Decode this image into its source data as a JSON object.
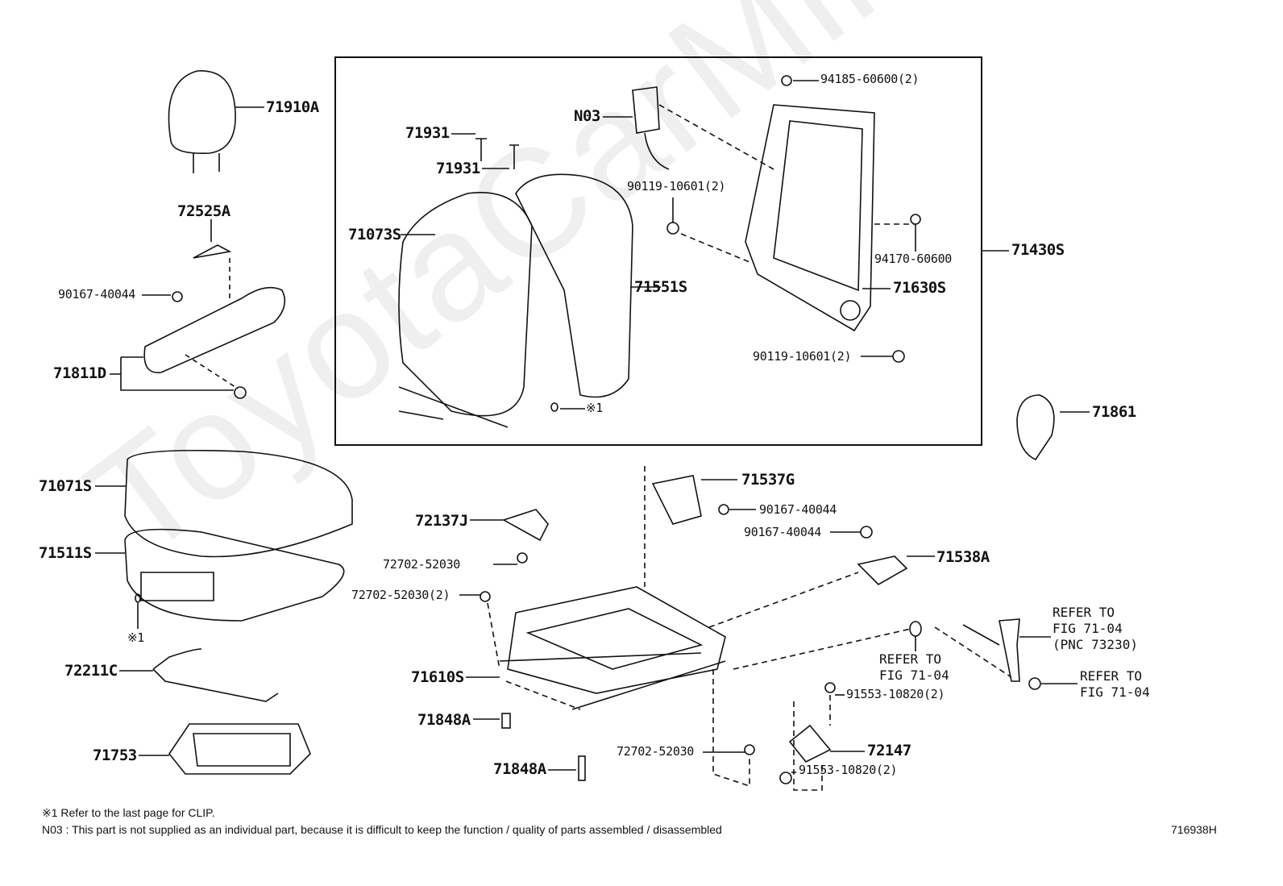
{
  "watermark": "ToyotaCarMine.ru",
  "labels": {
    "p71910A": "71910A",
    "p72525A": "72525A",
    "p90167_a": "90167-40044",
    "p71811D": "71811D",
    "p71071S": "71071S",
    "p71511S": "71511S",
    "clip1": "※1",
    "p72211C": "72211C",
    "p71753": "71753",
    "p71931_a": "71931",
    "p71931_b": "71931",
    "pN03": "N03",
    "p71073S": "71073S",
    "p90119_a": "90119-10601(2)",
    "p94185": "94185-60600(2)",
    "p94170": "94170-60600",
    "p71430S": "71430S",
    "p71551S": "71551S",
    "p71630S": "71630S",
    "p90119_b": "90119-10601(2)",
    "clip2": "※1",
    "p71861": "71861",
    "p71537G": "71537G",
    "p90167_b": "90167-40044",
    "p90167_c": "90167-40044",
    "p72137J": "72137J",
    "p71538A": "71538A",
    "p72702_a": "72702-52030",
    "p72702_b": "72702-52030(2)",
    "p71610S": "71610S",
    "ref1": "REFER TO\nFIG 71-04\n(PNC 73230)",
    "ref2": "REFER TO\nFIG 71-04",
    "ref3": "REFER TO\nFIG 71-04",
    "p91553_a": "91553-10820(2)",
    "p71848A_a": "71848A",
    "p72147": "72147",
    "p72702_c": "72702-52030",
    "p91553_b": "91553-10820(2)",
    "p71848A_b": "71848A"
  },
  "notes": {
    "clip": "※1 Refer to the last page for CLIP.",
    "n03": "N03 : This part is not supplied as an individual part, because it is difficult to keep the function / quality of parts assembled / disassembled",
    "figure_id": "716938H"
  }
}
